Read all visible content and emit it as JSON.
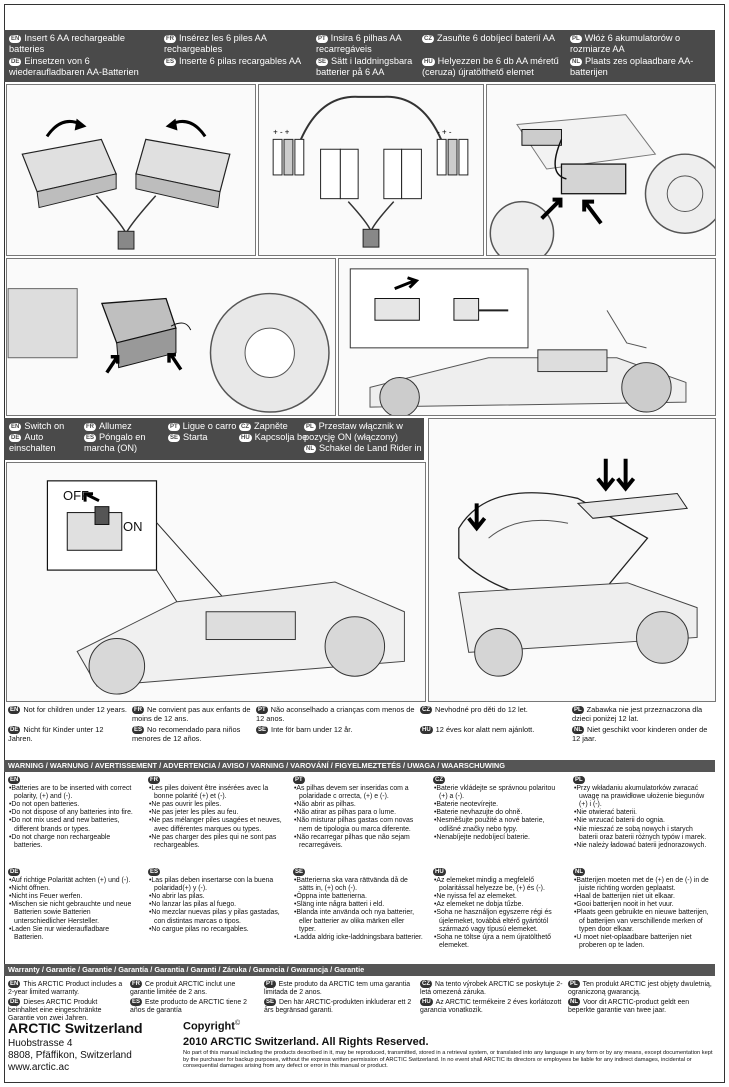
{
  "install": {
    "en": "Insert  6 AA rechargeable batteries",
    "de": "Einsetzen von 6 wiederaufladbaren AA-Batterien",
    "fr": "Insérez les 6 piles AA rechargeables",
    "es": "Inserte 6 pilas recargables AA",
    "pt": "Insira 6 pilhas AA recarregáveis",
    "se": "Sätt i laddningsbara batterier på 6 AA",
    "cz": "Zasuňte 6 dobíjecí baterií AA",
    "hu": "Helyezzen be 6 db AA méretű (ceruza) újratölthető elemet",
    "pl": "Włóż 6 akumulatorów o rozmiarze AA",
    "nl": "Plaats zes oplaadbare AA-batterijen"
  },
  "switch": {
    "en": "Switch on",
    "de": "Auto einschalten",
    "fr": "Allumez",
    "es": "Póngalo en marcha (ON)",
    "pt": "Ligue o carro",
    "se": "Starta",
    "cz": "Zapněte",
    "hu": "Kapcsolja be",
    "pl": "Przestaw włącznik w pozycję ON (włączony)",
    "nl": "Schakel de Land Rider in",
    "off_label": "OFF",
    "on_label": "ON"
  },
  "age": {
    "en": "Not for children under 12 years.",
    "de": "Nicht für Kinder unter 12 Jahren.",
    "fr": "Ne convient pas aux enfants de moins de 12 ans.",
    "es": "No recomendado para niños menores de 12 años.",
    "pt": "Não aconselhado a crianças com menos de 12 anos.",
    "se": "Inte för barn under 12 år.",
    "cz": "Nevhodné pro děti do 12 let.",
    "hu": "12 éves kor alatt nem ajánlott.",
    "pl": "Zabawka nie jest przeznaczona dla dzieci poniżej 12 lat.",
    "nl": "Niet geschikt voor kinderen onder de 12 jaar."
  },
  "warning": {
    "title": "WARNING / WARNUNG / AVERTISSEMENT / ADVERTENCIA / AVISO / VARNING / VAROVÁNÍ / FIGYELMEZTETÉS / UWAGA / WAARSCHUWING",
    "en": [
      "Batteries are to be inserted with correct polarity, (+) and (-).",
      "Do not open batteries.",
      "Do not dispose of any batteries into fire.",
      "Do not mix used and new batteries, different brands or types.",
      "Do not charge non rechargeable batteries."
    ],
    "fr": [
      "Les piles doivent être insérées avec la bonne polarité (+) et (-).",
      "Ne pas ouvrir les piles.",
      "Ne pas jeter les piles au feu.",
      "Ne pas mélanger piles usagées et neuves, avec différentes marques ou types.",
      "Ne pas charger des piles qui ne sont pas rechargeables."
    ],
    "pt": [
      "As pilhas devem ser inseridas com a polaridade c orrecta, (+) e (-).",
      "Não abrir as pilhas.",
      "Não atirar as pilhas para o lume.",
      "Não misturar pilhas gastas com novas nem de tipologia ou marca diferente.",
      "Não recarregar pilhas que não sejam recarregáveis."
    ],
    "cz": [
      "Baterie vkládejte se správnou polaritou (+) a (-).",
      "Baterie neotevírejte.",
      "Baterie nevhazujte do ohně.",
      "Nesměšujte použité a nové baterie, odlišné značky nebo typy.",
      "Nenabíjejte nedobíjecí baterie."
    ],
    "pl": [
      "Przy wkładaniu akumulatorków zwracać uwagę na prawidłowe ułożenie biegunów (+) i (-).",
      "Nie otwierać baterii.",
      "Nie wrzucać baterii do ognia.",
      "Nie mieszać ze sobą nowych i starych baterii oraz baterii różnych typów i marek.",
      "Nie należy ładować baterii jednorazowych."
    ],
    "de": [
      "Auf richtige Polarität achten (+) und (-).",
      "Nicht öffnen.",
      "Nicht ins Feuer werfen.",
      "Mischen sie nicht gebrauchte und neue Batterien sowie Batterien unterschiedlicher Hersteller.",
      "Laden Sie nur wiederaufladbare Batterien."
    ],
    "es": [
      "Las pilas deben insertarse con la buena polaridad(+) y (-).",
      "No abrir las pilas.",
      "No lanzar las pilas al fuego.",
      "No mezclar nuevas pilas y pilas gastadas, con distintas marcas o tipos.",
      "No cargue pilas no recargables."
    ],
    "se": [
      "Batterierna ska vara rättvända då de sätts in, (+) och (-).",
      "Öppna inte batterierna.",
      "Släng inte några batteri i eld.",
      "Blanda inte använda och nya batterier, eller batterier av olika märken eller typer.",
      "Ladda aldrig icke-laddningsbara batterier."
    ],
    "hu": [
      "Az elemeket mindig a megfelelő polaritással helyezze be, (+) és (-).",
      "Ne nyissa fel az elemeket.",
      "Az elemeket ne dobja tűzbe.",
      "Soha ne használjon egyszerre régi és újelemeket, továbbá eltérő gyártótól származó vagy típusú elemeket.",
      "Soha ne töltse újra a nem újratölthető elemeket."
    ],
    "nl": [
      "Batterijen moeten met de (+) en de (-) in de juiste richting worden geplaatst.",
      "Haal de batterijen niet uit elkaar.",
      "Gooi batterijen nooit in het vuur.",
      "Plaats geen gebruikte en nieuwe batterijen, of batterijen van verschillende merken of typen door elkaar.",
      "U moet niet-oplaadbare batterijen niet proberen op te laden."
    ]
  },
  "warranty": {
    "title": "Warranty / Garantie / Garantie / Garantía / Garantia / Garanti / Záruka / Garancia / Gwarancja / Garantie",
    "en": "This ARCTIC Product includes a 2-year limited warranty.",
    "de": "Dieses  ARCTIC Produkt beinhaltet eine eingeschränkte Garantie von zwei Jahren.",
    "fr": "Ce produit ARCTIC inclut une garantie limitée de 2 ans.",
    "es": "Este producto de ARCTIC tiene 2 años de garantía",
    "pt": "Este produto da ARCTIC tem uma garantia limitada de 2 anos.",
    "se": "Den här ARCTIC-produkten inkluderar ett 2 års begränsad garanti.",
    "cz": "Na tento výrobek ARCTIC se poskytuje 2-letá omezená záruka.",
    "hu": "Az ARCTIC termékeire 2 éves korlátozott garancia vonatkozik.",
    "pl": "Ten produkt ARCTIC jest objęty dwuletnią, ograniczoną gwarancją.",
    "nl": "Voor dit ARCTIC-product geldt een beperkte garantie van twee jaar."
  },
  "company": {
    "name": "ARCTIC Switzerland",
    "street": "Huobstrasse 4",
    "city": "8808, Pfäffikon, Switzerland",
    "web": "www.arctic.ac"
  },
  "copyright": {
    "label": "Copyright",
    "reg": "©",
    "title": "2010 ARCTIC Switzerland. All Rights Reserved.",
    "body": "No part of this manual including the products described in it, may be reproduced, transmitted, stored in a retrieval system, or translated into any language in any form or by any means, except documentation kept by the purchaser for backup purposes, without the express written permission of ARCTIC Switzerland. In no event shall ARCTIC its directors or employees be liable for any indirect damages, incidental or consequential damages arising from any defect or error in this manual or product."
  },
  "codes": {
    "en": "EN",
    "de": "DE",
    "fr": "FR",
    "es": "ES",
    "pt": "PT",
    "se": "SE",
    "cz": "CZ",
    "hu": "HU",
    "pl": "PL",
    "nl": "NL"
  },
  "colors": {
    "band": "#4a4a4a",
    "bar": "#555555"
  }
}
